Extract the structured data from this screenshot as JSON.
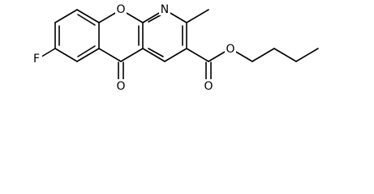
{
  "molecule": {
    "atoms": {
      "ring_oxygen": "O",
      "ring_nitrogen": "N",
      "fluorine": "F",
      "ketone_oxygen": "O",
      "ester_carbonyl_oxygen": "O",
      "ester_ether_oxygen": "O"
    },
    "colors": {
      "bond": "#000000",
      "label": "#000000",
      "background": "#ffffff"
    }
  }
}
